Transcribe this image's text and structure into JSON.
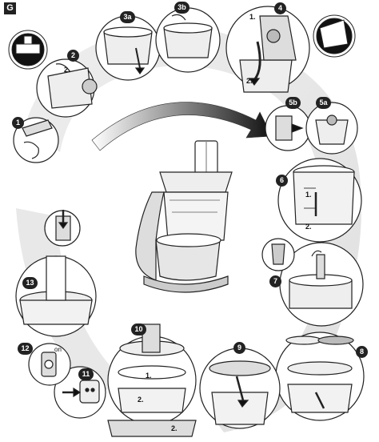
{
  "section_tag": "G",
  "steps": [
    {
      "id": "1",
      "label": "1"
    },
    {
      "id": "2",
      "label": "2"
    },
    {
      "id": "3a",
      "label": "3a"
    },
    {
      "id": "3b",
      "label": "3b"
    },
    {
      "id": "4",
      "label": "4"
    },
    {
      "id": "5a",
      "label": "5a"
    },
    {
      "id": "5b",
      "label": "5b"
    },
    {
      "id": "6",
      "label": "6"
    },
    {
      "id": "7",
      "label": "7"
    },
    {
      "id": "8",
      "label": "8"
    },
    {
      "id": "9",
      "label": "9"
    },
    {
      "id": "10",
      "label": "10"
    },
    {
      "id": "11",
      "label": "11"
    },
    {
      "id": "12",
      "label": "12"
    },
    {
      "id": "13",
      "label": "13"
    }
  ],
  "sub_labels": {
    "step2_sub": "2.",
    "step4_sub1": "1.",
    "step4_sub2": "2.",
    "step6_sub1": "1.",
    "step6_sub2": "2.",
    "step10_sub1": "1.",
    "step10_sub2": "2.",
    "step10_sub3": "2.",
    "step12_switch": "on"
  }
}
